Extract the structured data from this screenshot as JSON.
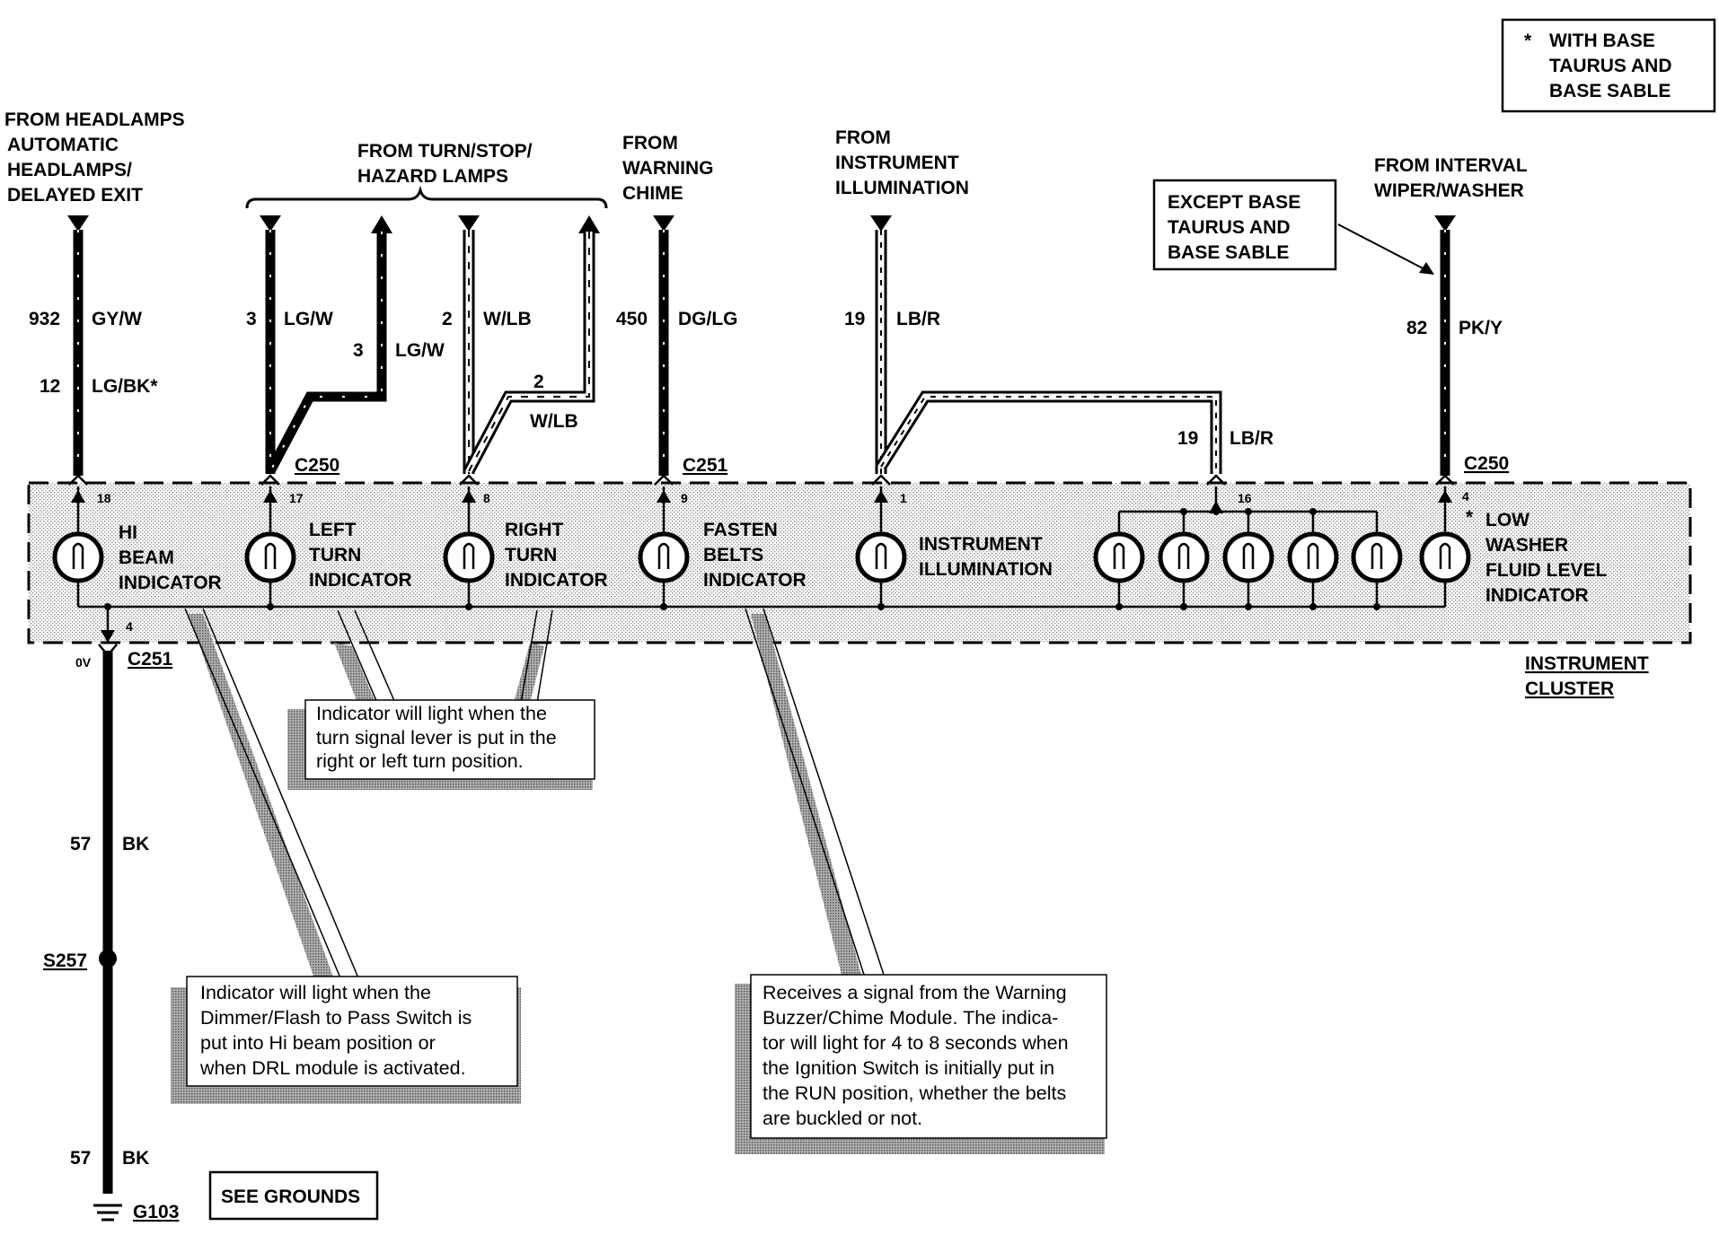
{
  "legend": {
    "lines": [
      "WITH BASE",
      "TAURUS AND",
      "BASE SABLE"
    ],
    "mark": "*"
  },
  "sources": {
    "headlamps": [
      "FROM HEADLAMPS",
      "AUTOMATIC",
      "HEADLAMPS/",
      "DELAYED EXIT"
    ],
    "turn": [
      "FROM TURN/STOP/",
      "HAZARD LAMPS"
    ],
    "chime": [
      "FROM",
      "WARNING",
      "CHIME"
    ],
    "illum": [
      "FROM",
      "INSTRUMENT",
      "ILLUMINATION"
    ],
    "wiper": [
      "FROM INTERVAL",
      "WIPER/WASHER"
    ]
  },
  "except_box": [
    "EXCEPT BASE",
    "TAURUS AND",
    "BASE SABLE"
  ],
  "wires": {
    "w932": {
      "circuit": "932",
      "color": "GY/W"
    },
    "w12": {
      "circuit": "12",
      "color": "LG/BK*"
    },
    "w3a": {
      "circuit": "3",
      "color": "LG/W"
    },
    "w3b": {
      "circuit": "3",
      "color": "LG/W"
    },
    "w2a": {
      "circuit": "2",
      "color": "W/LB"
    },
    "w2b": {
      "circuit": "2",
      "color": "W/LB"
    },
    "w450": {
      "circuit": "450",
      "color": "DG/LG"
    },
    "w19a": {
      "circuit": "19",
      "color": "LB/R"
    },
    "w19b": {
      "circuit": "19",
      "color": "LB/R"
    },
    "w82": {
      "circuit": "82",
      "color": "PK/Y"
    },
    "w57a": {
      "circuit": "57",
      "color": "BK"
    },
    "w57b": {
      "circuit": "57",
      "color": "BK"
    }
  },
  "connectors": {
    "c250a": "C250",
    "c250b": "C250",
    "c251a": "C251",
    "c251b": "C251",
    "s257": "S257",
    "g103": "G103"
  },
  "pins": {
    "p18": "18",
    "p17": "17",
    "p8": "8",
    "p9": "9",
    "p1": "1",
    "p16": "16",
    "p4a": "4",
    "p4b": "4"
  },
  "voltage": "0V",
  "indicators": {
    "hibeam": [
      "HI",
      "BEAM",
      "INDICATOR"
    ],
    "left": [
      "LEFT",
      "TURN",
      "INDICATOR"
    ],
    "right": [
      "RIGHT",
      "TURN",
      "INDICATOR"
    ],
    "belts": [
      "FASTEN",
      "BELTS",
      "INDICATOR"
    ],
    "illum": [
      "INSTRUMENT",
      "ILLUMINATION"
    ],
    "washer": [
      "LOW",
      "WASHER",
      "FLUID LEVEL",
      "INDICATOR"
    ],
    "washer_mark": "*"
  },
  "cluster_label": [
    "INSTRUMENT",
    "CLUSTER"
  ],
  "notes": {
    "turn": [
      "Indicator will light when the",
      "turn signal lever is put in the",
      "right or left turn position."
    ],
    "hibeam": [
      "Indicator will light when the",
      "Dimmer/Flash to Pass Switch is",
      "put into Hi beam position or",
      "when DRL module is activated."
    ],
    "belts": [
      "Receives a signal from the Warning",
      "Buzzer/Chime Module. The indica-",
      "tor will light for 4 to 8 seconds when",
      "the Ignition Switch is initially put in",
      "the RUN position, whether the belts",
      "are buckled or not."
    ]
  },
  "see_grounds": "SEE GROUNDS"
}
